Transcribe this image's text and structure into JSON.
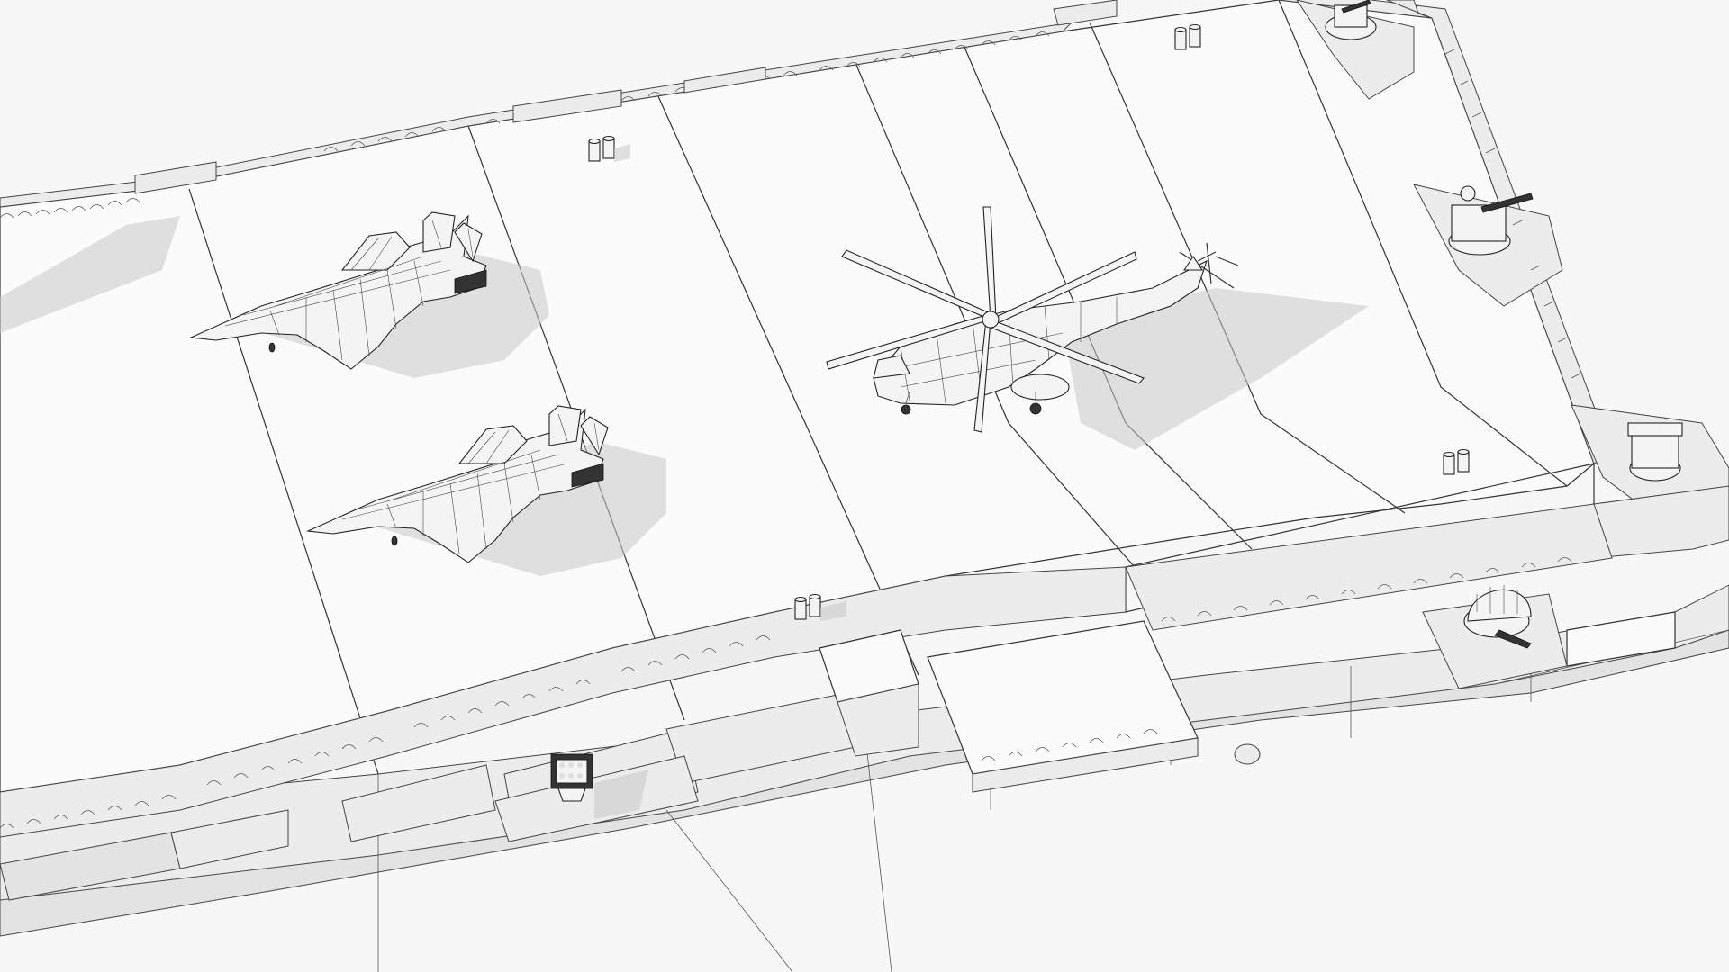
{
  "scene": {
    "background_color": "#f7f7f7",
    "deck_color": "#fbfbfb",
    "line_color": "#333333",
    "shadow_color": "#c9c9c9",
    "aircraft": [
      {
        "kind": "fighter-jet",
        "icon": "jet-icon"
      },
      {
        "kind": "fighter-jet",
        "icon": "jet-icon"
      },
      {
        "kind": "helicopter",
        "icon": "helicopter-icon"
      }
    ],
    "deck_fixtures": [
      {
        "kind": "bollard-pair"
      },
      {
        "kind": "bollard-pair"
      },
      {
        "kind": "bollard-pair"
      },
      {
        "kind": "bollard-pair"
      }
    ],
    "weapons": [
      {
        "kind": "gun-turret"
      },
      {
        "kind": "gun-turret"
      },
      {
        "kind": "gun-turret"
      },
      {
        "kind": "gun-turret"
      },
      {
        "kind": "missile-launcher"
      }
    ]
  }
}
